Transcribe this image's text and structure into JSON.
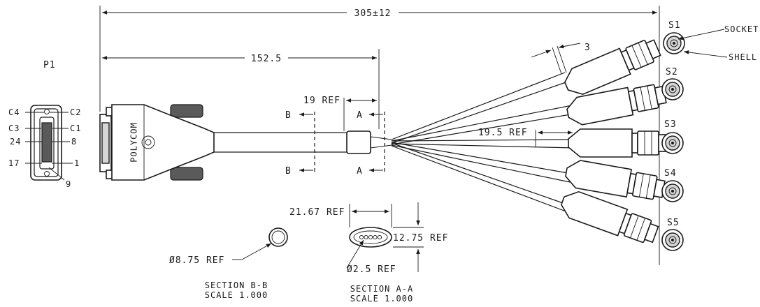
{
  "connector_label": "P1",
  "connector_brand": "POLYCOM",
  "pin_labels": {
    "c4": "C4",
    "c2": "C2",
    "c3": "C3",
    "c1": "C1",
    "p24": "24",
    "p8": "8",
    "p17": "17",
    "p1": "1",
    "p9": "9"
  },
  "dimensions": {
    "overall_length": "305±12",
    "half_length": "152.5",
    "ferrule_ref": "19 REF",
    "lead_spacing": "3",
    "lead_ref": "19.5 REF",
    "section_a_width": "21.67 REF",
    "section_a_height": "12.75 REF",
    "section_a_hole": "Ø2.5 REF",
    "section_b_diameter": "Ø8.75 REF"
  },
  "section_markers": {
    "a": "A",
    "b": "B"
  },
  "sockets": [
    "S1",
    "S2",
    "S3",
    "S4",
    "S5"
  ],
  "socket_callouts": {
    "socket": "SOCKET",
    "shell": "SHELL"
  },
  "section_b": {
    "title": "SECTION  B-B",
    "scale": "SCALE  1.000"
  },
  "section_a": {
    "title": "SECTION  A-A",
    "scale": "SCALE  1.000"
  }
}
